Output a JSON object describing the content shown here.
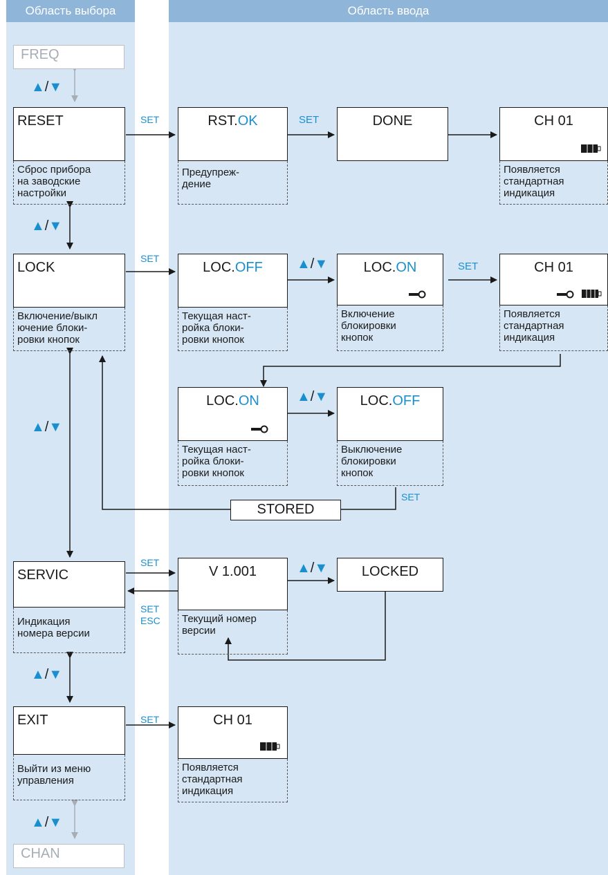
{
  "headers": {
    "selection": "Область выбора",
    "input": "Область ввода"
  },
  "colors": {
    "accent": "#1a8fd0",
    "panel": "#d6e6f4",
    "header": "#8fb6d9",
    "ink": "#1a1a1a",
    "ghost": "#a6adb5"
  },
  "menu": {
    "freq": "FREQ",
    "reset": "RESET",
    "lock": "LOCK",
    "servic": "SERVIC",
    "exit": "EXIT",
    "chan": "CHAN",
    "reset_desc": [
      "Сброс прибора",
      "на заводские",
      "настройки"
    ],
    "lock_desc": [
      "Включение/выкл",
      "ючение блоки-",
      "ровки кнопок"
    ],
    "servic_desc": [
      "Индикация",
      "номера версии"
    ],
    "exit_desc": [
      "Выйти из меню",
      "управления"
    ]
  },
  "reset_flow": {
    "rst_prefix": "RST.",
    "rst_ok": "OK",
    "rst_desc": [
      "Предупреж-",
      "дение"
    ],
    "done": "DONE",
    "ch": "CH  01",
    "ch_desc": [
      "Появляется",
      "стандартная",
      "индикация"
    ]
  },
  "lock_flow": {
    "loc_prefix": "LOC.",
    "off": "OFF",
    "on": "ON",
    "off_desc": [
      "Текущая наст-",
      "ройка блоки-",
      "ровки кнопок"
    ],
    "on_desc": [
      "Включение",
      "блокировки",
      "кнопок"
    ],
    "ch": "CH  01",
    "ch_desc": [
      "Появляется",
      "стандартная",
      "индикация"
    ],
    "on2_desc": [
      "Текущая наст-",
      "ройка блоки-",
      "ровки кнопок"
    ],
    "off2_desc": [
      "Выключение",
      "блокировки",
      "кнопок"
    ],
    "stored": "STORED"
  },
  "servic_flow": {
    "version": "V 1.001",
    "version_desc": [
      "Текущий номер",
      "версии"
    ],
    "locked": "LOCKED"
  },
  "exit_flow": {
    "ch": "CH  01",
    "ch_desc": [
      "Появляется",
      "стандартная",
      "индикация"
    ]
  },
  "labels": {
    "set": "SET",
    "esc": "ESC",
    "updown": "▲/▼"
  },
  "icons": [
    "battery-icon",
    "key-icon",
    "up-down-arrow-icon"
  ]
}
